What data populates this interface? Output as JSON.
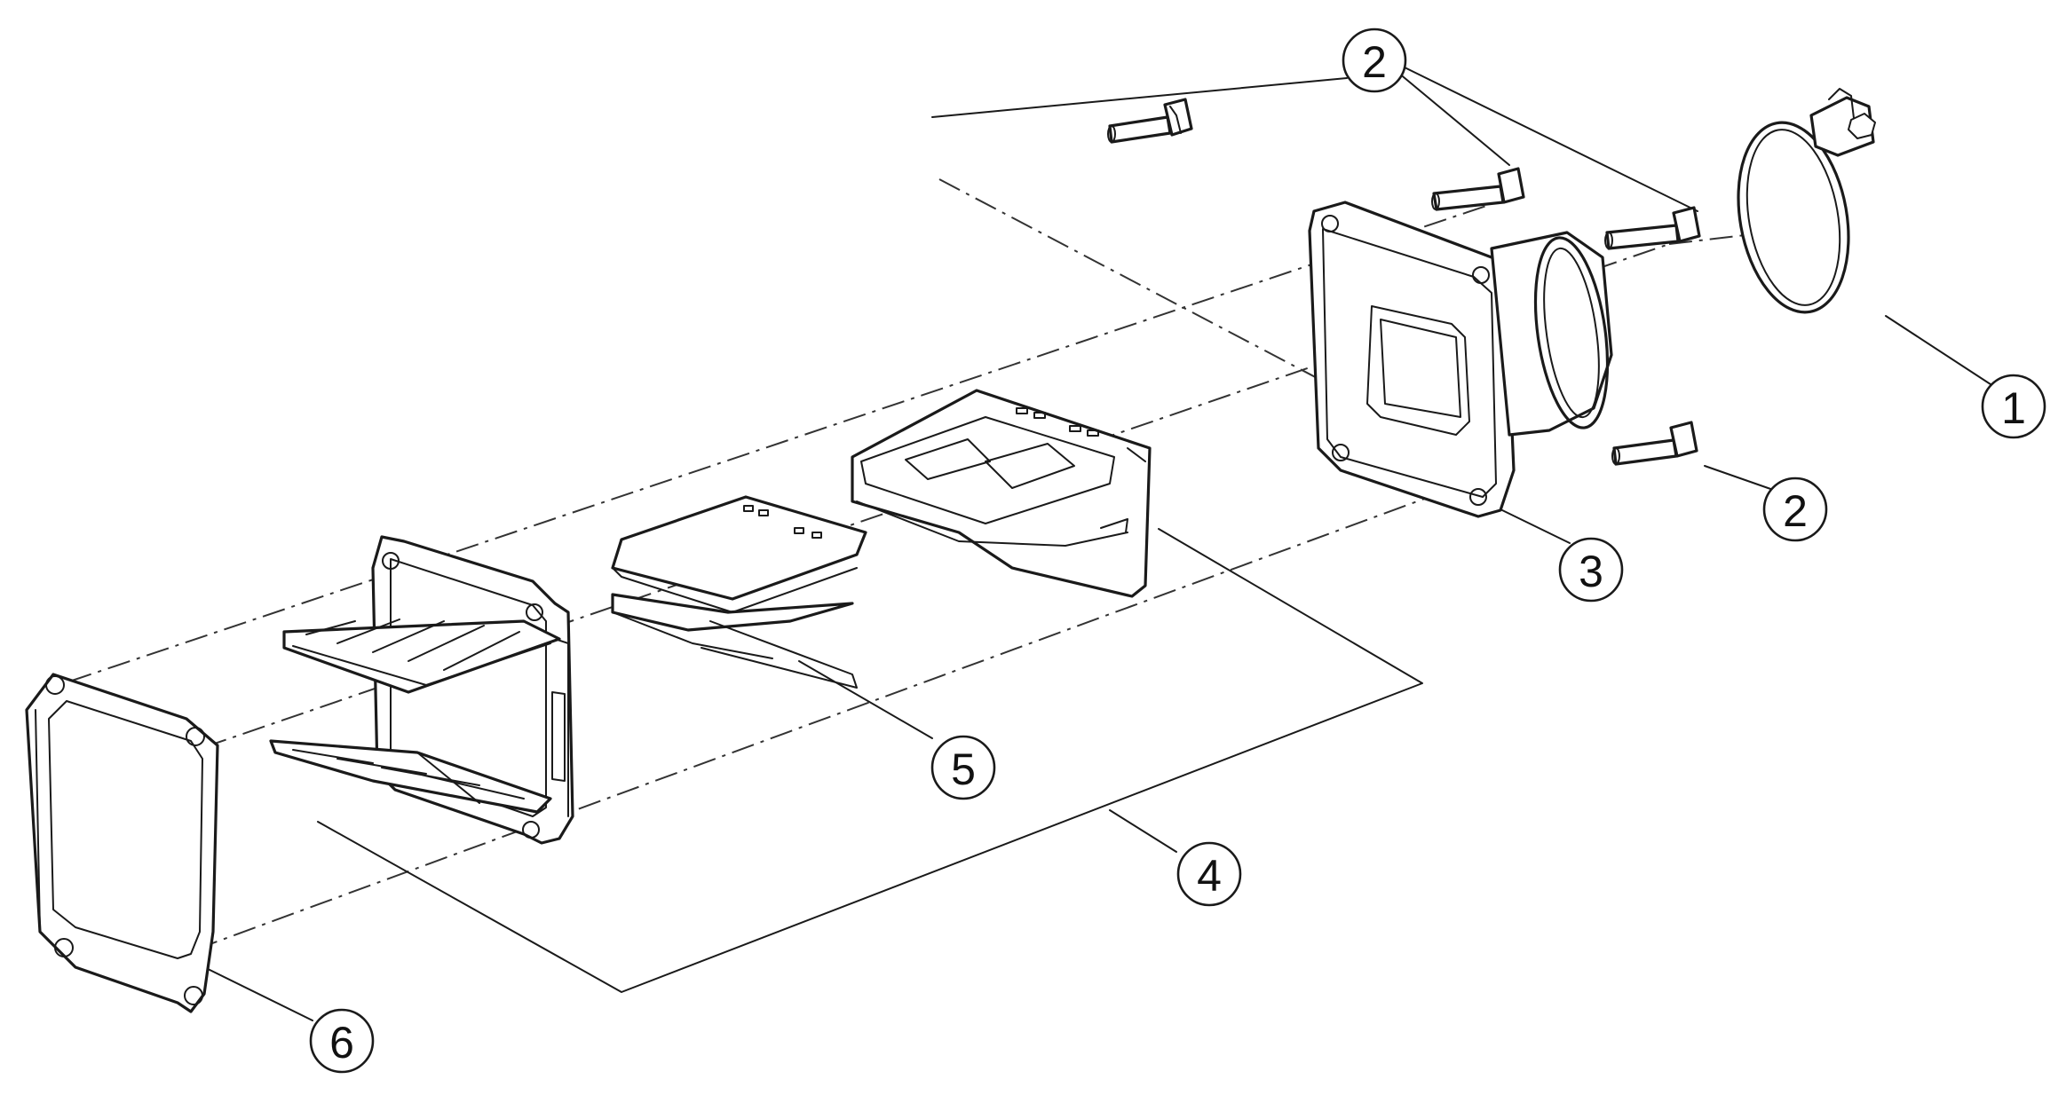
{
  "callouts": [
    {
      "id": "1",
      "label": "1"
    },
    {
      "id": "2a",
      "label": "2"
    },
    {
      "id": "2b",
      "label": "2"
    },
    {
      "id": "3",
      "label": "3"
    },
    {
      "id": "4",
      "label": "4"
    },
    {
      "id": "5",
      "label": "5"
    },
    {
      "id": "6",
      "label": "6"
    }
  ]
}
